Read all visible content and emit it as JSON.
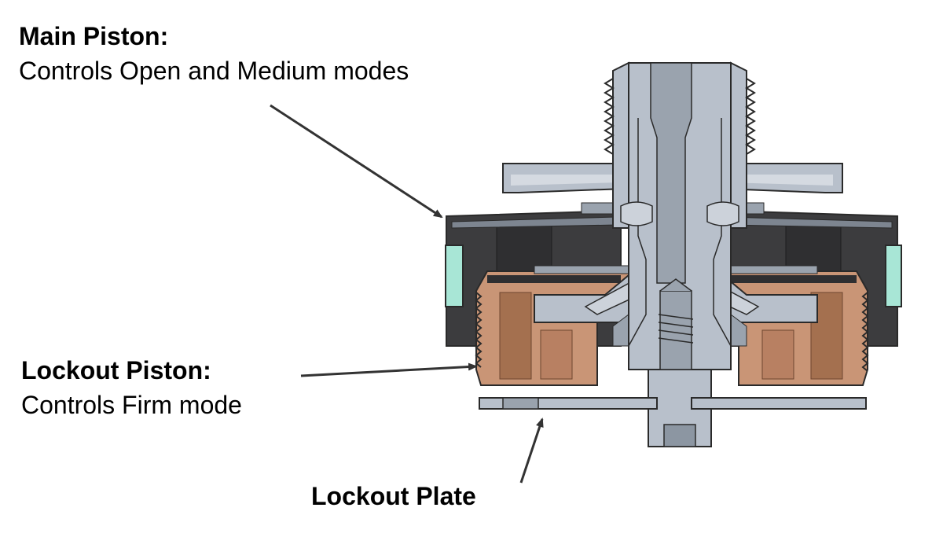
{
  "labels": {
    "main_piston": {
      "title": "Main Piston:",
      "description": "Controls Open and Medium modes"
    },
    "lockout_piston": {
      "title": "Lockout Piston:",
      "description": "Controls Firm mode"
    },
    "lockout_plate": {
      "title": "Lockout Plate"
    }
  },
  "colors": {
    "metal": "#b8c0cb",
    "metal_dark": "#8c96a2",
    "dark_body": "#3c3c3e",
    "bronze": "#c99576",
    "bronze_dark": "#9a6546",
    "seal": "#a8e6d6",
    "outline": "#2a2a2a",
    "arrow": "#333333"
  }
}
